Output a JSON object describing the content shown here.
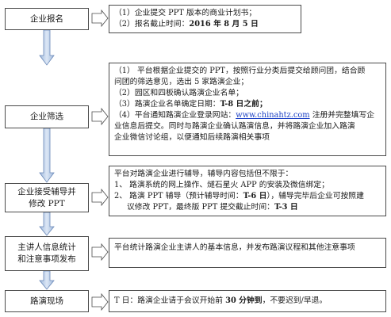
{
  "steps": [
    {
      "label_lines": [
        "企业报名"
      ]
    },
    {
      "label_lines": [
        "企业筛选"
      ]
    },
    {
      "label_lines": [
        "企业接受辅导并",
        "修改 PPT"
      ]
    },
    {
      "label_lines": [
        "主讲人信息统计",
        "和注意事项发布"
      ]
    },
    {
      "label_lines": [
        "路演现场"
      ]
    }
  ],
  "descriptions": {
    "registration": {
      "line1": "（1）企业提交 PPT 版本的商业计划书；",
      "line2_prefix": "（2）报名截止时间：",
      "line2_bold": "2016 年 8 月 5 日"
    },
    "screening": {
      "line1": "（1） 平台根据企业提交的 PPT，按照行业分类后提交给顾问团，结合顾",
      "line2": "问团的筛选意见，选出 5 家路演企业；",
      "line3": "（2）园区和四板确认路演企业名单；",
      "line4_prefix": "（3）路演企业名单确定日期：",
      "line4_bold": "T-8 日之前；",
      "line5_prefix": "（4）平台通知路演企业登录网站：",
      "line5_link": "www.chinahtz.com",
      "line5_suffix": " 注册并完整填写企",
      "line6": "业信息后提交。同时与路演企业确认路演信息，并将路演企业加入路演",
      "line7": "企业微信讨论组，以便通知后续路演相关事项"
    },
    "coaching": {
      "line1": "平台对路演企业进行辅导，辅导内容包括但不限于：",
      "line2": "1、 路演系统的网上操作、燧石星火 APP 的安装及微信绑定；",
      "line3_prefix": "2、 路演 PPT 辅导（预计辅导时间：",
      "line3_bold": "T-6 日",
      "line3_suffix": "），辅导完毕后企业可按照建",
      "line4_prefix": "议修改 PPT，最终版 PPT 提交截止时间：",
      "line4_bold": "T-3 日"
    },
    "speaker_info": {
      "line1": "平台统计路演企业主讲人的基本信息，并发布路演议程和其他注意事项"
    },
    "roadshow": {
      "line1_prefix": "T 日：路演企业请于会议开始前 ",
      "line1_bold": "30 分钟到",
      "line1_suffix": "，不要迟到/早退。"
    }
  },
  "colors": {
    "arrow_fill": "#b8cde8",
    "arrow_stroke": "#6a88b8",
    "border": "#4a4a4a",
    "link": "#1a3fc4"
  }
}
